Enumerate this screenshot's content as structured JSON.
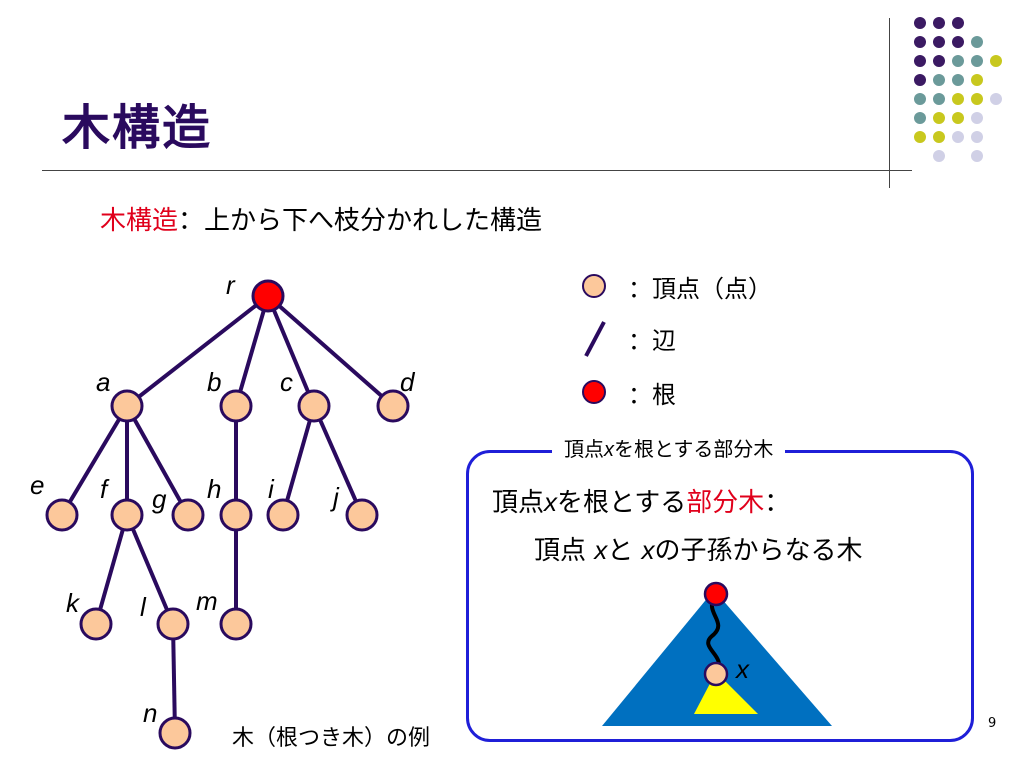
{
  "title": "木構造",
  "definition": {
    "term": "木構造",
    "text": "：上から下へ枝分かれした構造"
  },
  "legend": [
    {
      "icon": "vertex-circle-icon",
      "label": "：頂点（点）"
    },
    {
      "icon": "edge-line-icon",
      "label": "：辺"
    },
    {
      "icon": "root-circle-icon",
      "label": "：根"
    }
  ],
  "tree": {
    "labels": [
      "r",
      "a",
      "b",
      "c",
      "d",
      "e",
      "f",
      "g",
      "h",
      "i",
      "j",
      "k",
      "l",
      "m",
      "n"
    ],
    "caption": "木（根つき木）の例"
  },
  "subtree_box": {
    "caption_pre": "頂点",
    "caption_var": "x",
    "caption_post": "を根とする部分木",
    "line1_pre": "頂点",
    "line1_var": "x",
    "line1_mid": "を根とする",
    "line1_term": "部分木",
    "line1_post": "：",
    "line2_pre": "頂点 ",
    "line2_var1": "x",
    "line2_mid": "と ",
    "line2_var2": "x",
    "line2_post": "の子孫からなる木",
    "node_label": "x"
  },
  "page_number": "9",
  "colors": {
    "title": "#2a0a5e",
    "node_fill": "#fcc89b",
    "node_stroke": "#2a0a5e",
    "root_fill": "#ff0000",
    "edge": "#2a0a5e",
    "accent_red": "#e0001b",
    "box_border": "#1f1fd8",
    "triangle_blue": "#0070c0",
    "triangle_yellow": "#ffff00",
    "deco_purple": "#3b1a63",
    "deco_teal": "#6b9a9a",
    "deco_yellow": "#c8c81e",
    "deco_lavender": "#d0d0e6"
  }
}
